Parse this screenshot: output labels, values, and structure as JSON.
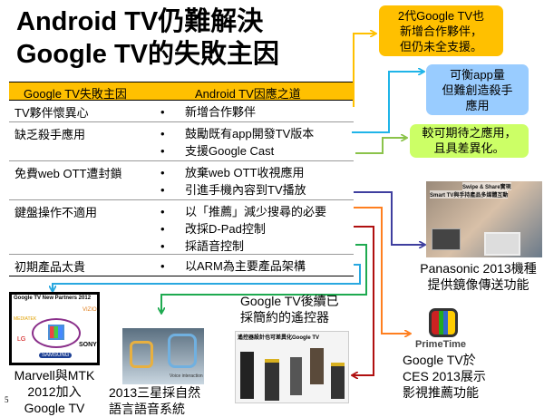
{
  "title": {
    "line1": "Android TV仍難解決",
    "line2": "Google TV的失敗主因"
  },
  "table": {
    "headers": [
      "Google TV失敗主因",
      "Android TV因應之道"
    ],
    "rows": [
      {
        "cause": "TV夥伴懷異心",
        "responses": [
          "新增合作夥伴"
        ]
      },
      {
        "cause": "缺乏殺手應用",
        "responses": [
          "鼓勵既有app開發TV版本",
          "支援Google Cast"
        ]
      },
      {
        "cause": "免費web OTT遭封鎖",
        "responses": [
          "放棄web OTT收視應用",
          "引進手機內容到TV播放"
        ]
      },
      {
        "cause": "鍵盤操作不適用",
        "responses": [
          "以「推薦」減少搜尋的必要",
          "改採D-Pad控制",
          "採語音控制"
        ]
      },
      {
        "cause": "初期產品太貴",
        "responses": [
          "以ARM為主要產品架構"
        ]
      }
    ]
  },
  "callouts": [
    {
      "lines": [
        "2代Google TV也",
        "新增合作夥伴，",
        "但仍未全支援。"
      ],
      "color": "#FFC000"
    },
    {
      "lines": [
        "可衡app量",
        "但難創造殺手",
        "應用"
      ],
      "color": "#99CCFF"
    },
    {
      "lines": [
        "較可期待之應用，",
        "且具差異化。"
      ],
      "color": "#CCFF66"
    }
  ],
  "images": {
    "partners": {
      "title": "Google TV New Partners 2012",
      "logos": [
        "MEDIATEK",
        "VIZIO",
        "LG",
        "SONY",
        "SAMSUNG"
      ],
      "caption": [
        "Marvell與MTK",
        "2012加入",
        "Google TV"
      ]
    },
    "samsung": {
      "caption": [
        "2013三星採自然",
        "語言語音系統"
      ],
      "label": "Voice interaction"
    },
    "remotes": {
      "heading": [
        "Google TV後續已",
        "採簡約的遙控器"
      ],
      "banner": "遙控器設計也可差異化Google TV"
    },
    "primetime": {
      "logo": "PrimeTime",
      "caption": [
        "Google TV於",
        "CES 2013展示",
        "影視推薦功能"
      ]
    },
    "panasonic": {
      "banner": [
        "Swipe & Share實現",
        "Smart TV與手持產品多媒體互動"
      ],
      "caption": [
        "Panasonic 2013機種",
        "提供鏡像傳送功能"
      ]
    }
  },
  "page_number": "5",
  "colors": {
    "orange": "#FFC000",
    "blue": "#1FB4E8",
    "green": "#8BC34A",
    "purple": "#3F3F9F",
    "orange2": "#FF7F1F",
    "red": "#B01010",
    "green2": "#1EAA50",
    "blue2": "#29A8E0"
  }
}
